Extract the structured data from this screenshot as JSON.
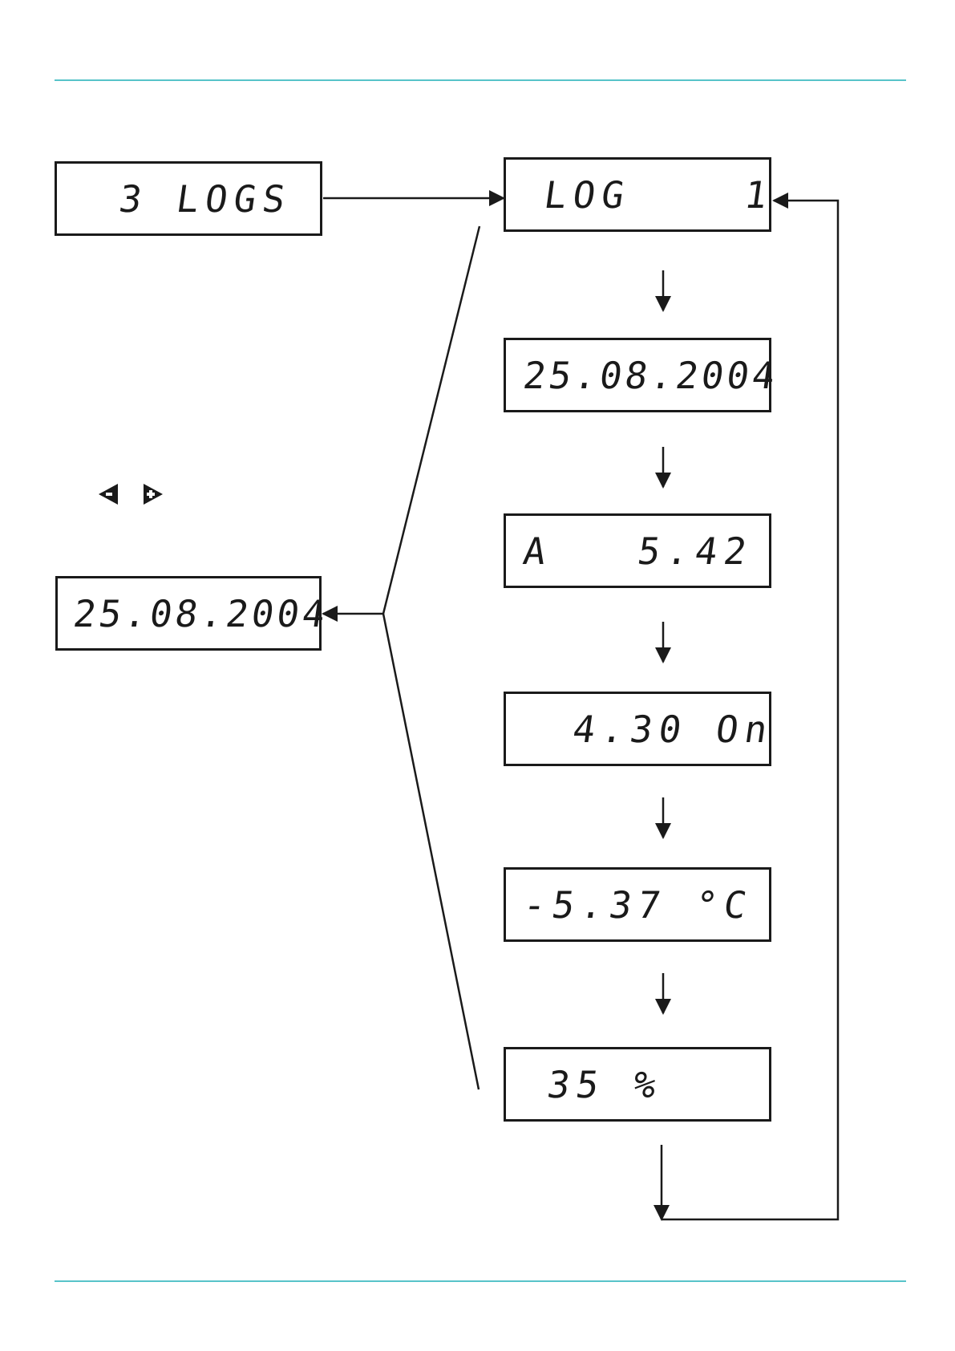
{
  "colors": {
    "rule": "#57c3c9",
    "ink": "#1a1a1a"
  },
  "displays": {
    "logs_count": "3 LOGS",
    "selected_date": "25.08.2004",
    "sequence": [
      "LOG    1",
      "25.08.2004",
      "A   5.42",
      " 4.30 On",
      "-5.37 °C",
      "35 %"
    ]
  },
  "keys": {
    "minus_icon": "minus-key-icon",
    "plus_icon": "plus-key-icon"
  }
}
